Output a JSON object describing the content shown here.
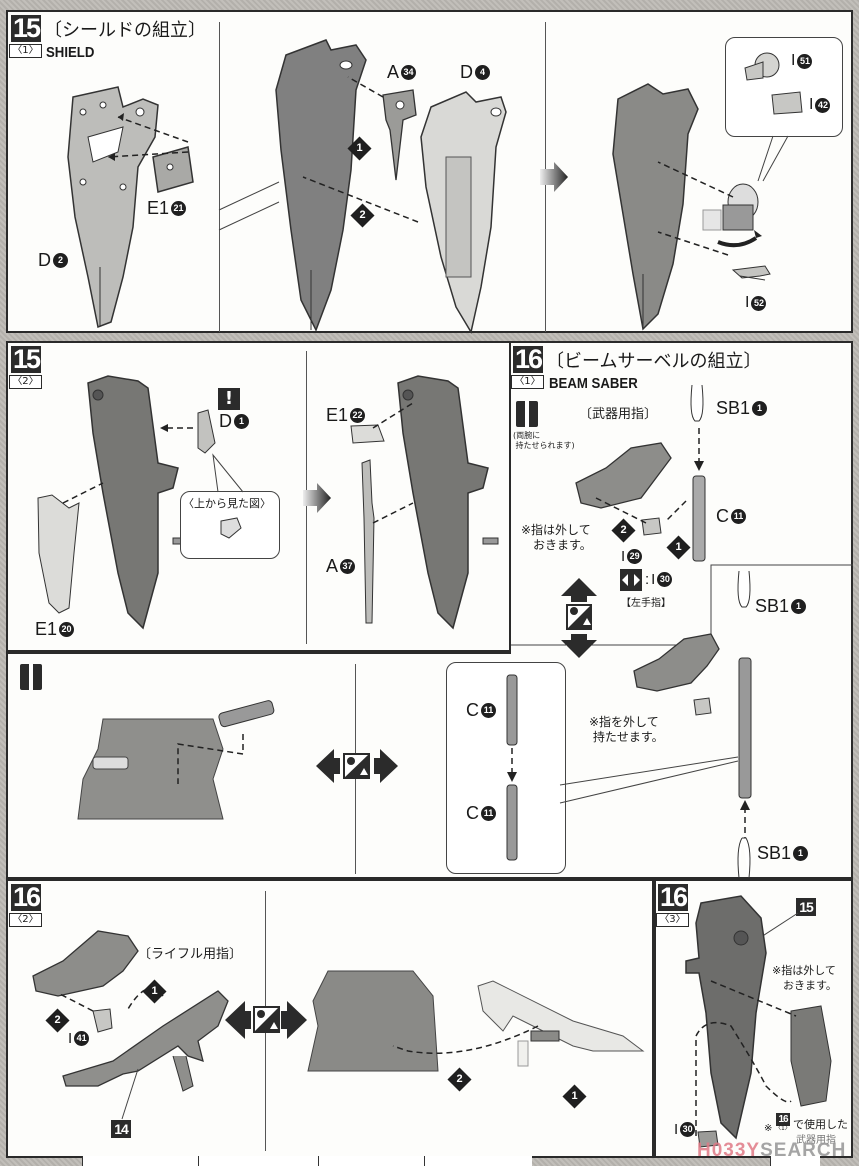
{
  "document": {
    "type": "assembly-manual-page",
    "watermark": {
      "part1": "H033Y",
      "part2": "SEARCH"
    }
  },
  "step15_1": {
    "number": "15",
    "sub": "〈1〉",
    "title_jp": "〔シールドの組立〕",
    "title_en": "SHIELD",
    "parts": [
      {
        "letter": "E1",
        "num": "21"
      },
      {
        "letter": "D",
        "num": "2"
      },
      {
        "letter": "A",
        "num": "34"
      },
      {
        "letter": "D",
        "num": "4"
      },
      {
        "letter": "I",
        "num": "51"
      },
      {
        "letter": "I",
        "num": "42"
      },
      {
        "letter": "I",
        "num": "52"
      }
    ],
    "order_markers": [
      "1",
      "2"
    ]
  },
  "step15_2": {
    "number": "15",
    "sub": "〈2〉",
    "attention_icon": "!",
    "callout_title": "〈上から見た図〉",
    "parts": [
      {
        "letter": "D",
        "num": "1"
      },
      {
        "letter": "E1",
        "num": "20"
      },
      {
        "letter": "E1",
        "num": "22"
      },
      {
        "letter": "A",
        "num": "37"
      }
    ]
  },
  "step16_1": {
    "number": "16",
    "sub": "〈1〉",
    "title_jp": "〔ビームサーベルの組立〕",
    "title_en": "BEAM SABER",
    "both_hands_note": "(両腕に\n 持たせられます)",
    "weapon_finger_label": "〔武器用指〕",
    "remove_finger_note": "※指は外して\n　おきます。",
    "left_hand_label": "【左手指】",
    "left_hand_alt": ":",
    "hold_note": "※指を外して\n 持たせます。",
    "parts": [
      {
        "letter": "SB1",
        "num": "1"
      },
      {
        "letter": "C",
        "num": "11"
      },
      {
        "letter": "I",
        "num": "29"
      },
      {
        "letter": "I",
        "num": "30"
      },
      {
        "letter": "SB1",
        "num": "1"
      },
      {
        "letter": "C",
        "num": "11"
      },
      {
        "letter": "C",
        "num": "11"
      },
      {
        "letter": "SB1",
        "num": "1"
      }
    ],
    "order_markers": [
      "2",
      "1"
    ]
  },
  "step16_2": {
    "number": "16",
    "sub": "〈2〉",
    "rifle_finger_label": "〔ライフル用指〕",
    "parts": [
      {
        "letter": "I",
        "num": "41"
      }
    ],
    "ref_step": "14",
    "order_markers": [
      "1",
      "2",
      "2",
      "1"
    ]
  },
  "step16_3": {
    "number": "16",
    "sub": "〈3〉",
    "ref_step": "15",
    "remove_finger_note": "※指は外して\n　おきます。",
    "parts": [
      {
        "letter": "I",
        "num": "30"
      }
    ],
    "ref_small_num": "16",
    "ref_small_sub": "〈1〉",
    "used_note_prefix": "※",
    "used_note": "で使用した",
    "used_note_2": "武器用指"
  },
  "icons": {
    "alternate": "alternate-option-icon",
    "hold_both": "both-hands-icon",
    "left_hand": "left-hand-icon",
    "next": "next-arrow-icon",
    "attention": "attention-icon"
  },
  "colors": {
    "ink": "#1f1f1f",
    "part_dark": "#6d6d6b",
    "part_light": "#d9d9d6",
    "paper": "#fdfdfb",
    "watermark_red": "#e07a86"
  }
}
